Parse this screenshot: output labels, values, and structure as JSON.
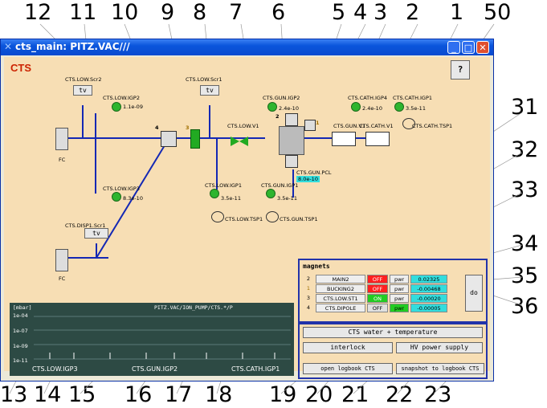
{
  "callouts_top": [
    "12",
    "11",
    "10",
    "9",
    "8",
    "7",
    "6",
    "5",
    "4",
    "3",
    "2",
    "1",
    "50"
  ],
  "callouts_right": [
    "31",
    "32",
    "33",
    "34",
    "35",
    "36"
  ],
  "callouts_bottom": [
    "13",
    "14",
    "15",
    "16",
    "17",
    "18",
    "19",
    "20",
    "21",
    "22",
    "23"
  ],
  "window": {
    "title": "cts_main: PITZ.VAC///",
    "app_label": "CTS",
    "help_button": "?"
  },
  "tv_label": "tv",
  "fc_label": "FC",
  "screens": {
    "scr2": "CTS.LOW.Scr2",
    "scr1": "CTS.LOW.Scr1",
    "disp1": "CTS.DISP1.Scr1"
  },
  "gauges": {
    "low_igp2": {
      "name": "CTS.LOW.IGP2",
      "value": "1.1e-09"
    },
    "low_igp3": {
      "name": "CTS.LOW.IGP3",
      "value": "8.3e-10"
    },
    "gun_igp2": {
      "name": "CTS.GUN.IGP2",
      "value": "2.4e-10"
    },
    "cath_igp4": {
      "name": "CTS.CATH.IGP4",
      "value": "2.4e-10"
    },
    "cath_igp1": {
      "name": "CTS.CATH.IGP1",
      "value": "3.5e-11"
    },
    "low_igp1": {
      "name": "CTS.LOW.IGP1",
      "value": "3.5e-11"
    },
    "gun_igp1": {
      "name": "CTS.GUN.IGP1",
      "value": "3.5e-11"
    }
  },
  "valves": {
    "low_v1": "CTS.LOW.V1",
    "gun_v1": "CTS.GUN.V1",
    "cath_v1": "CTS.CATH.V1"
  },
  "tsp": {
    "cath": "CTS.CATH.TSP1",
    "low": "CTS.LOW.TSP1",
    "gun": "CTS.GUN.TSP1"
  },
  "gun_pcl": {
    "name": "CTS.GUN.PCL",
    "value": "8.0e-10"
  },
  "component_numbers": {
    "n4": "4",
    "n3": "3",
    "n2": "2",
    "n1": "1"
  },
  "magnets": {
    "title": "magnets",
    "do_label": "do",
    "rows": [
      {
        "idx": "2",
        "name": "MAIN2",
        "state": "OFF",
        "state_color": "#ff2020",
        "pwr": "pwr",
        "value": "0.02325"
      },
      {
        "idx": "1",
        "name": "BUCKING2",
        "state": "OFF",
        "state_color": "#ff2020",
        "pwr": "pwr",
        "value": "-0.00468"
      },
      {
        "idx": "3",
        "name": "CTS.LOW.ST1",
        "state": "ON",
        "state_color": "#22cc22",
        "pwr": "pwr",
        "value": "-0.00020"
      },
      {
        "idx": "4",
        "name": "CTS.DIPOLE",
        "state": "OFF",
        "state_color": "#e0e0e0",
        "pwr": "pwr",
        "value": "-0.00005"
      }
    ]
  },
  "plot": {
    "unit": "[mbar]",
    "title": "PITZ.VAC/ION_PUMP/CTS.*/P",
    "yticks": [
      "1e-04",
      "1e-07",
      "1e-09",
      "1e-11"
    ],
    "xlabels": [
      "CTS.LOW.IGP3",
      "CTS.GUN.IGP2",
      "CTS.CATH.IGP1"
    ]
  },
  "buttons": {
    "water": "CTS water + temperature",
    "interlock": "interlock",
    "hv": "HV power supply",
    "logbook": "open logbook CTS",
    "snapshot": "snapshot to logbook CTS"
  },
  "colors": {
    "accent": "#2233aa",
    "panel_bg": "#f7deb4",
    "title_red": "#cc2200",
    "plot_bg": "#2d4a44",
    "value_cyan": "#33dddd"
  }
}
